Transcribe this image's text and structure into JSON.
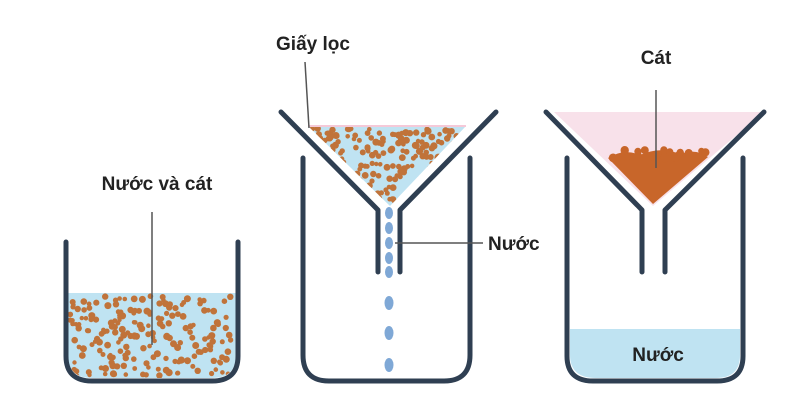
{
  "labels": {
    "water_sand": "Nước và cát",
    "filter_paper": "Giấy lọc",
    "water_filter": "Nước",
    "sand": "Cát",
    "water_beaker": "Nước"
  },
  "colors": {
    "outline": "#2f3f52",
    "water": "#bfe3f2",
    "sand_particle": "#c0733a",
    "sand_pile": "#c8662a",
    "filter_paper": "#f8e1ea",
    "drop": "#7fa8d6",
    "leader_line": "#555555",
    "text": "#222222"
  },
  "icons": {
    "beaker": "beaker-icon",
    "funnel": "funnel-icon"
  }
}
